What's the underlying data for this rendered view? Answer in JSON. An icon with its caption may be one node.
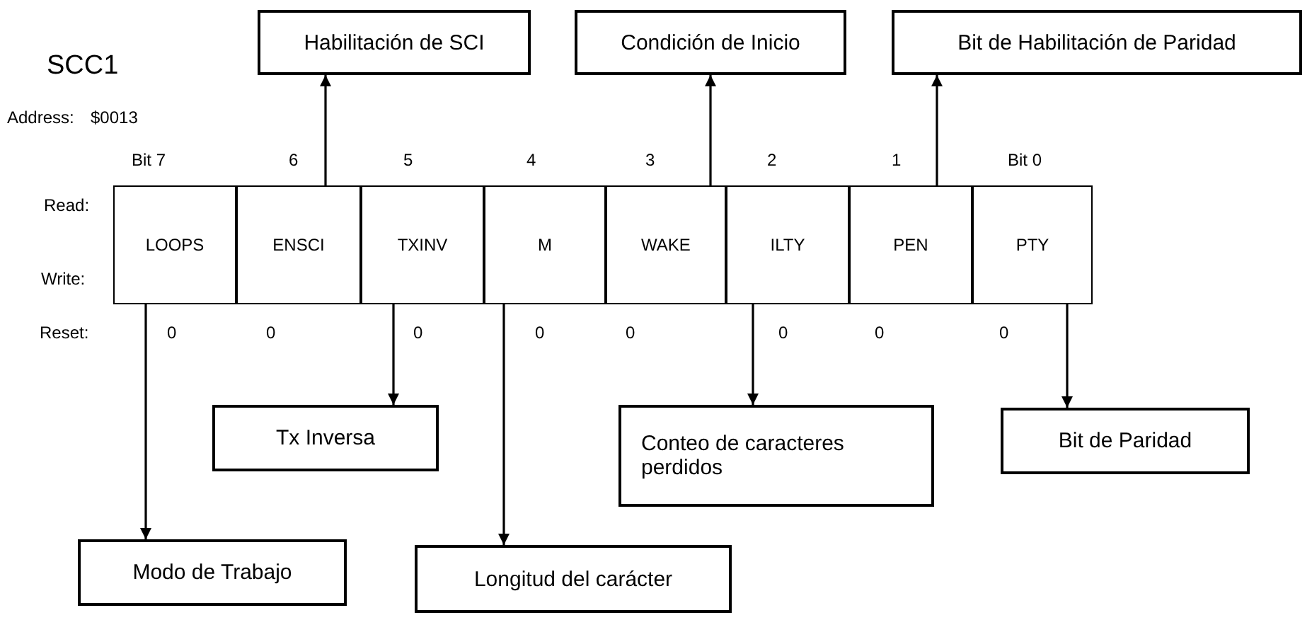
{
  "diagram": {
    "title": "SCC1",
    "nodes": [
      {
        "text": [
          "Habilitación de SCI"
        ]
      },
      {
        "text": [
          "Condición de Inicio"
        ]
      },
      {
        "text": [
          "Bit de Habilitación de Paridad"
        ]
      },
      {
        "text": [
          "LOOPS"
        ]
      },
      {
        "text": [
          "ENSCI"
        ]
      },
      {
        "text": [
          "TXINV"
        ]
      },
      {
        "text": [
          "M"
        ]
      },
      {
        "text": [
          "WAKE"
        ]
      },
      {
        "text": [
          "ILTY"
        ]
      },
      {
        "text": [
          "PEN"
        ]
      },
      {
        "text": [
          "PTY"
        ]
      },
      {
        "text": [
          "Tx Inversa"
        ]
      },
      {
        "text": [
          "Conteo de caracteres perdidos"
        ]
      },
      {
        "text": [
          "Bit de Paridad"
        ]
      },
      {
        "text": [
          "Modo de Trabajo"
        ]
      },
      {
        "text": [
          "Longitud del carácter"
        ]
      }
    ],
    "edges": [
      {
        "from": 4,
        "to": 0,
        "arrow": "to"
      },
      {
        "from": 7,
        "to": 1,
        "arrow": "to"
      },
      {
        "from": 9,
        "to": 2,
        "arrow": "to"
      },
      {
        "from": 3,
        "to": 14,
        "arrow": "to"
      },
      {
        "from": 5,
        "to": 11,
        "arrow": "to"
      },
      {
        "from": 6,
        "to": 15,
        "arrow": "to"
      },
      {
        "from": 8,
        "to": 12,
        "arrow": "to"
      },
      {
        "from": 10,
        "to": 13,
        "arrow": "to"
      }
    ],
    "labels": [
      "Address:",
      "$0013",
      "Bit 7",
      "6",
      "5",
      "4",
      "3",
      "2",
      "1",
      "Bit 0",
      "Read:",
      "Write:",
      "Reset:",
      "0",
      "0",
      "0",
      "0",
      "0",
      "0",
      "0",
      "0"
    ]
  }
}
